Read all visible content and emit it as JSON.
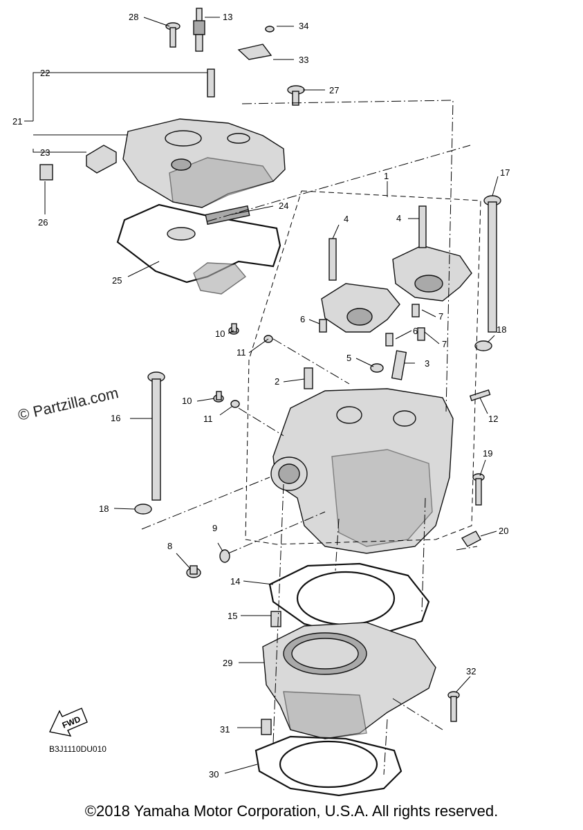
{
  "diagram": {
    "watermark": "© Partzilla.com",
    "diagram_code": "B3J1110DU010",
    "fwd_label": "FWD",
    "callouts": [
      "1",
      "2",
      "3",
      "4",
      "4",
      "5",
      "6",
      "6",
      "7",
      "7",
      "8",
      "9",
      "10",
      "10",
      "11",
      "11",
      "12",
      "13",
      "14",
      "15",
      "16",
      "17",
      "18",
      "18",
      "19",
      "20",
      "21",
      "22",
      "23",
      "24",
      "25",
      "26",
      "27",
      "28",
      "29",
      "30",
      "31",
      "32",
      "33",
      "34"
    ]
  },
  "footer": {
    "copyright": "©2018 Yamaha Motor Corporation, U.S.A. All rights reserved."
  }
}
